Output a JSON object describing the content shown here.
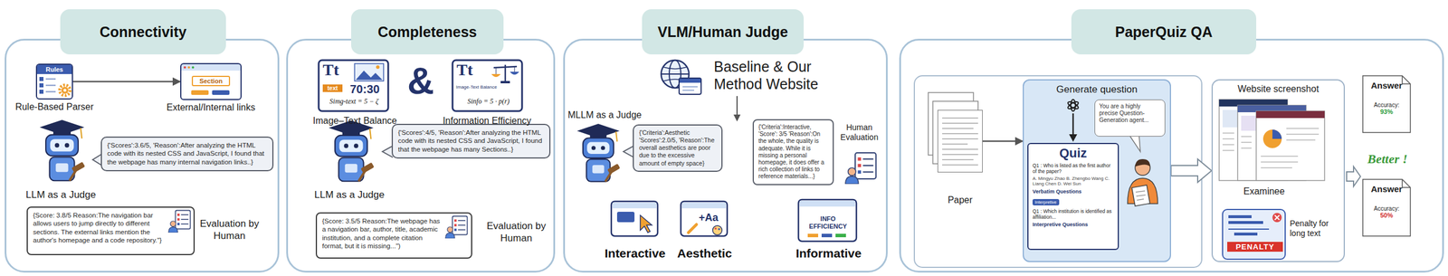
{
  "diagram": {
    "nodes": [
      {
        "text": [
          "Connectivity"
        ]
      },
      {
        "text": [
          "Rules",
          "Rule-Based Parser"
        ],
        "in": 0
      },
      {
        "text": [
          "Section",
          "External/Internal links"
        ],
        "in": 0
      },
      {
        "text": [
          "{'Scores':3.6/5, 'Reason':After analyzing the HTML code with its nested CSS and JavaScript, I found that the webpage has many internal navigation links..}"
        ],
        "in": 0
      },
      {
        "text": [
          "{Score: 3.8/5 Reason:The navigation bar allows users to jump directly to different sections. The external links mention the author's homepage and a code repository.\"}"
        ],
        "in": 0
      },
      {
        "text": [
          "Completeness"
        ]
      },
      {
        "text": [
          "{'Scores':4/5, 'Reason':After analyzing the HTML code with its nested CSS and JavaScript, I found that the webpage has many Sections..}"
        ],
        "in": 5
      },
      {
        "text": [
          "{Score: 3.5/5 Reason:The webpage has a navigation bar, author, title, academic institution, and a complete citation format, but it is missing...\")"
        ],
        "in": 5
      },
      {
        "text": [
          "VLM/Human Judge"
        ]
      },
      {
        "text": [
          "{'Criteria':Aesthetic 'Scores':2.0/5, 'Reason':The overall aesthetics are poor due to the excessive amount of empty space}"
        ],
        "in": 8
      },
      {
        "text": [
          "{'Criteria':Interactive, 'Score': 3/5 'Reason':On the whole, the quality is adequate. While it is missing a personal homepage, it does offer a rich collection of links to reference materials...}"
        ],
        "in": 8
      },
      {
        "text": [
          "PaperQuiz QA"
        ]
      },
      {
        "text": [
          "Paper"
        ],
        "in": 11
      },
      {
        "text": [
          "Generate question"
        ],
        "in": 11
      },
      {
        "text": [
          "You are a highly precise Question-Generation agent..."
        ],
        "in": 13
      },
      {
        "text": [
          "Quiz",
          "Q1 : Who is listed as the first author of the paper?",
          "A. Mingyu Zhao B. Zhengbo Wang C. Liang Chen D. Wei Sun",
          "Verbatim Questions",
          "Interpretive",
          "Q1 : Which institution is identified as affiliation...",
          "Interpretive Questions"
        ],
        "in": 13
      },
      {
        "text": [
          "Website screenshot"
        ],
        "in": 11
      },
      {
        "text": [
          "Answer",
          "Accuracy:",
          "93%"
        ],
        "in": 11
      },
      {
        "text": [
          "Answer",
          "Accuracy:",
          "50%"
        ],
        "in": 11
      }
    ],
    "edges": [
      {
        "from": 1,
        "to": 2,
        "arrow": "to"
      },
      {
        "from": 12,
        "to": 13,
        "arrow": "to"
      },
      {
        "from": 13,
        "to": 16,
        "arrow": "to"
      }
    ],
    "labels": [
      "LLM as a Judge",
      "Evaluation by Human",
      "Tt",
      "text",
      "70:30",
      "Simg-text = 5 − ζ",
      "Image–Text Balance",
      "&",
      "Tt",
      "Image-Text Balance",
      "Sinfo = 5 · p(r)",
      "Information Efficiency",
      "LLM as a Judge",
      "Evaluation by Human",
      "Baseline & Our Method Website",
      "MLLM as a Judge",
      "Human Evaluation",
      "Interactive",
      "+Aa",
      "Aesthetic",
      "INFO EFFICIENCY",
      "Informative",
      "Examinee",
      "PENALTY",
      "Penalty for long text",
      "Better !"
    ]
  }
}
